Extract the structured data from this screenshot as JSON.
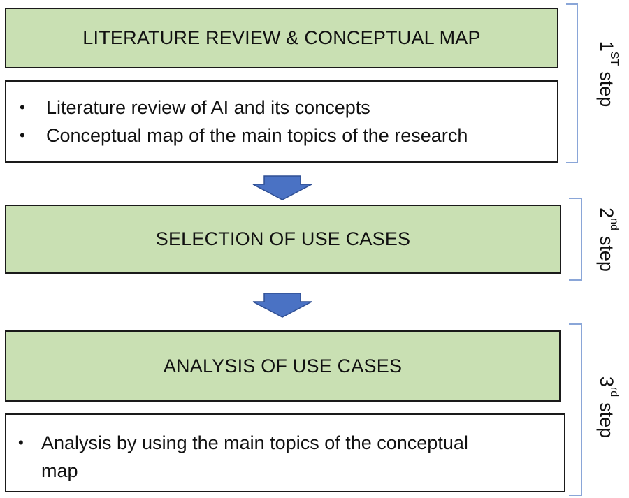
{
  "boxes": {
    "step1_header": "LITERATURE REVIEW & CONCEPTUAL MAP",
    "step1_items": [
      "Literature review of AI and its concepts",
      "Conceptual map of the main topics of the research"
    ],
    "step2_header": "SELECTION OF USE CASES",
    "step3_header": "ANALYSIS OF USE CASES",
    "step3_items": [
      "Analysis by using the main topics of the conceptual",
      "map"
    ]
  },
  "bullet": "•",
  "steps": [
    {
      "num": "1",
      "sup": "ST",
      "word": "step"
    },
    {
      "num": "2",
      "sup": "nd",
      "word": "step"
    },
    {
      "num": "3",
      "sup": "rd",
      "word": "step"
    }
  ],
  "colors": {
    "header_fill": "#c9e0b3",
    "arrow_fill": "#4a72c4",
    "brace": "#8aa6d8",
    "border": "#1a1a1a"
  }
}
